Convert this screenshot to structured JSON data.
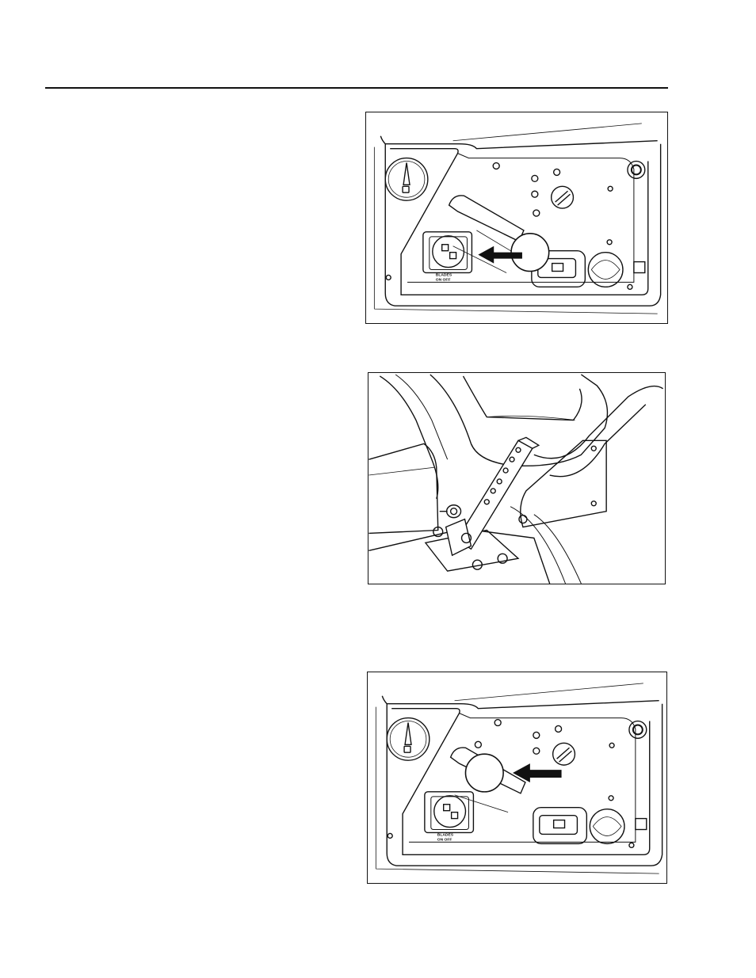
{
  "figures": [
    {
      "name": "dash-panel-blade-switch",
      "label_main": "BLADES",
      "label_sub": "ON OFF"
    },
    {
      "name": "height-adjust-lever"
    },
    {
      "name": "dash-panel-throttle",
      "label_main": "BLADES",
      "label_sub": "ON OFF"
    }
  ]
}
